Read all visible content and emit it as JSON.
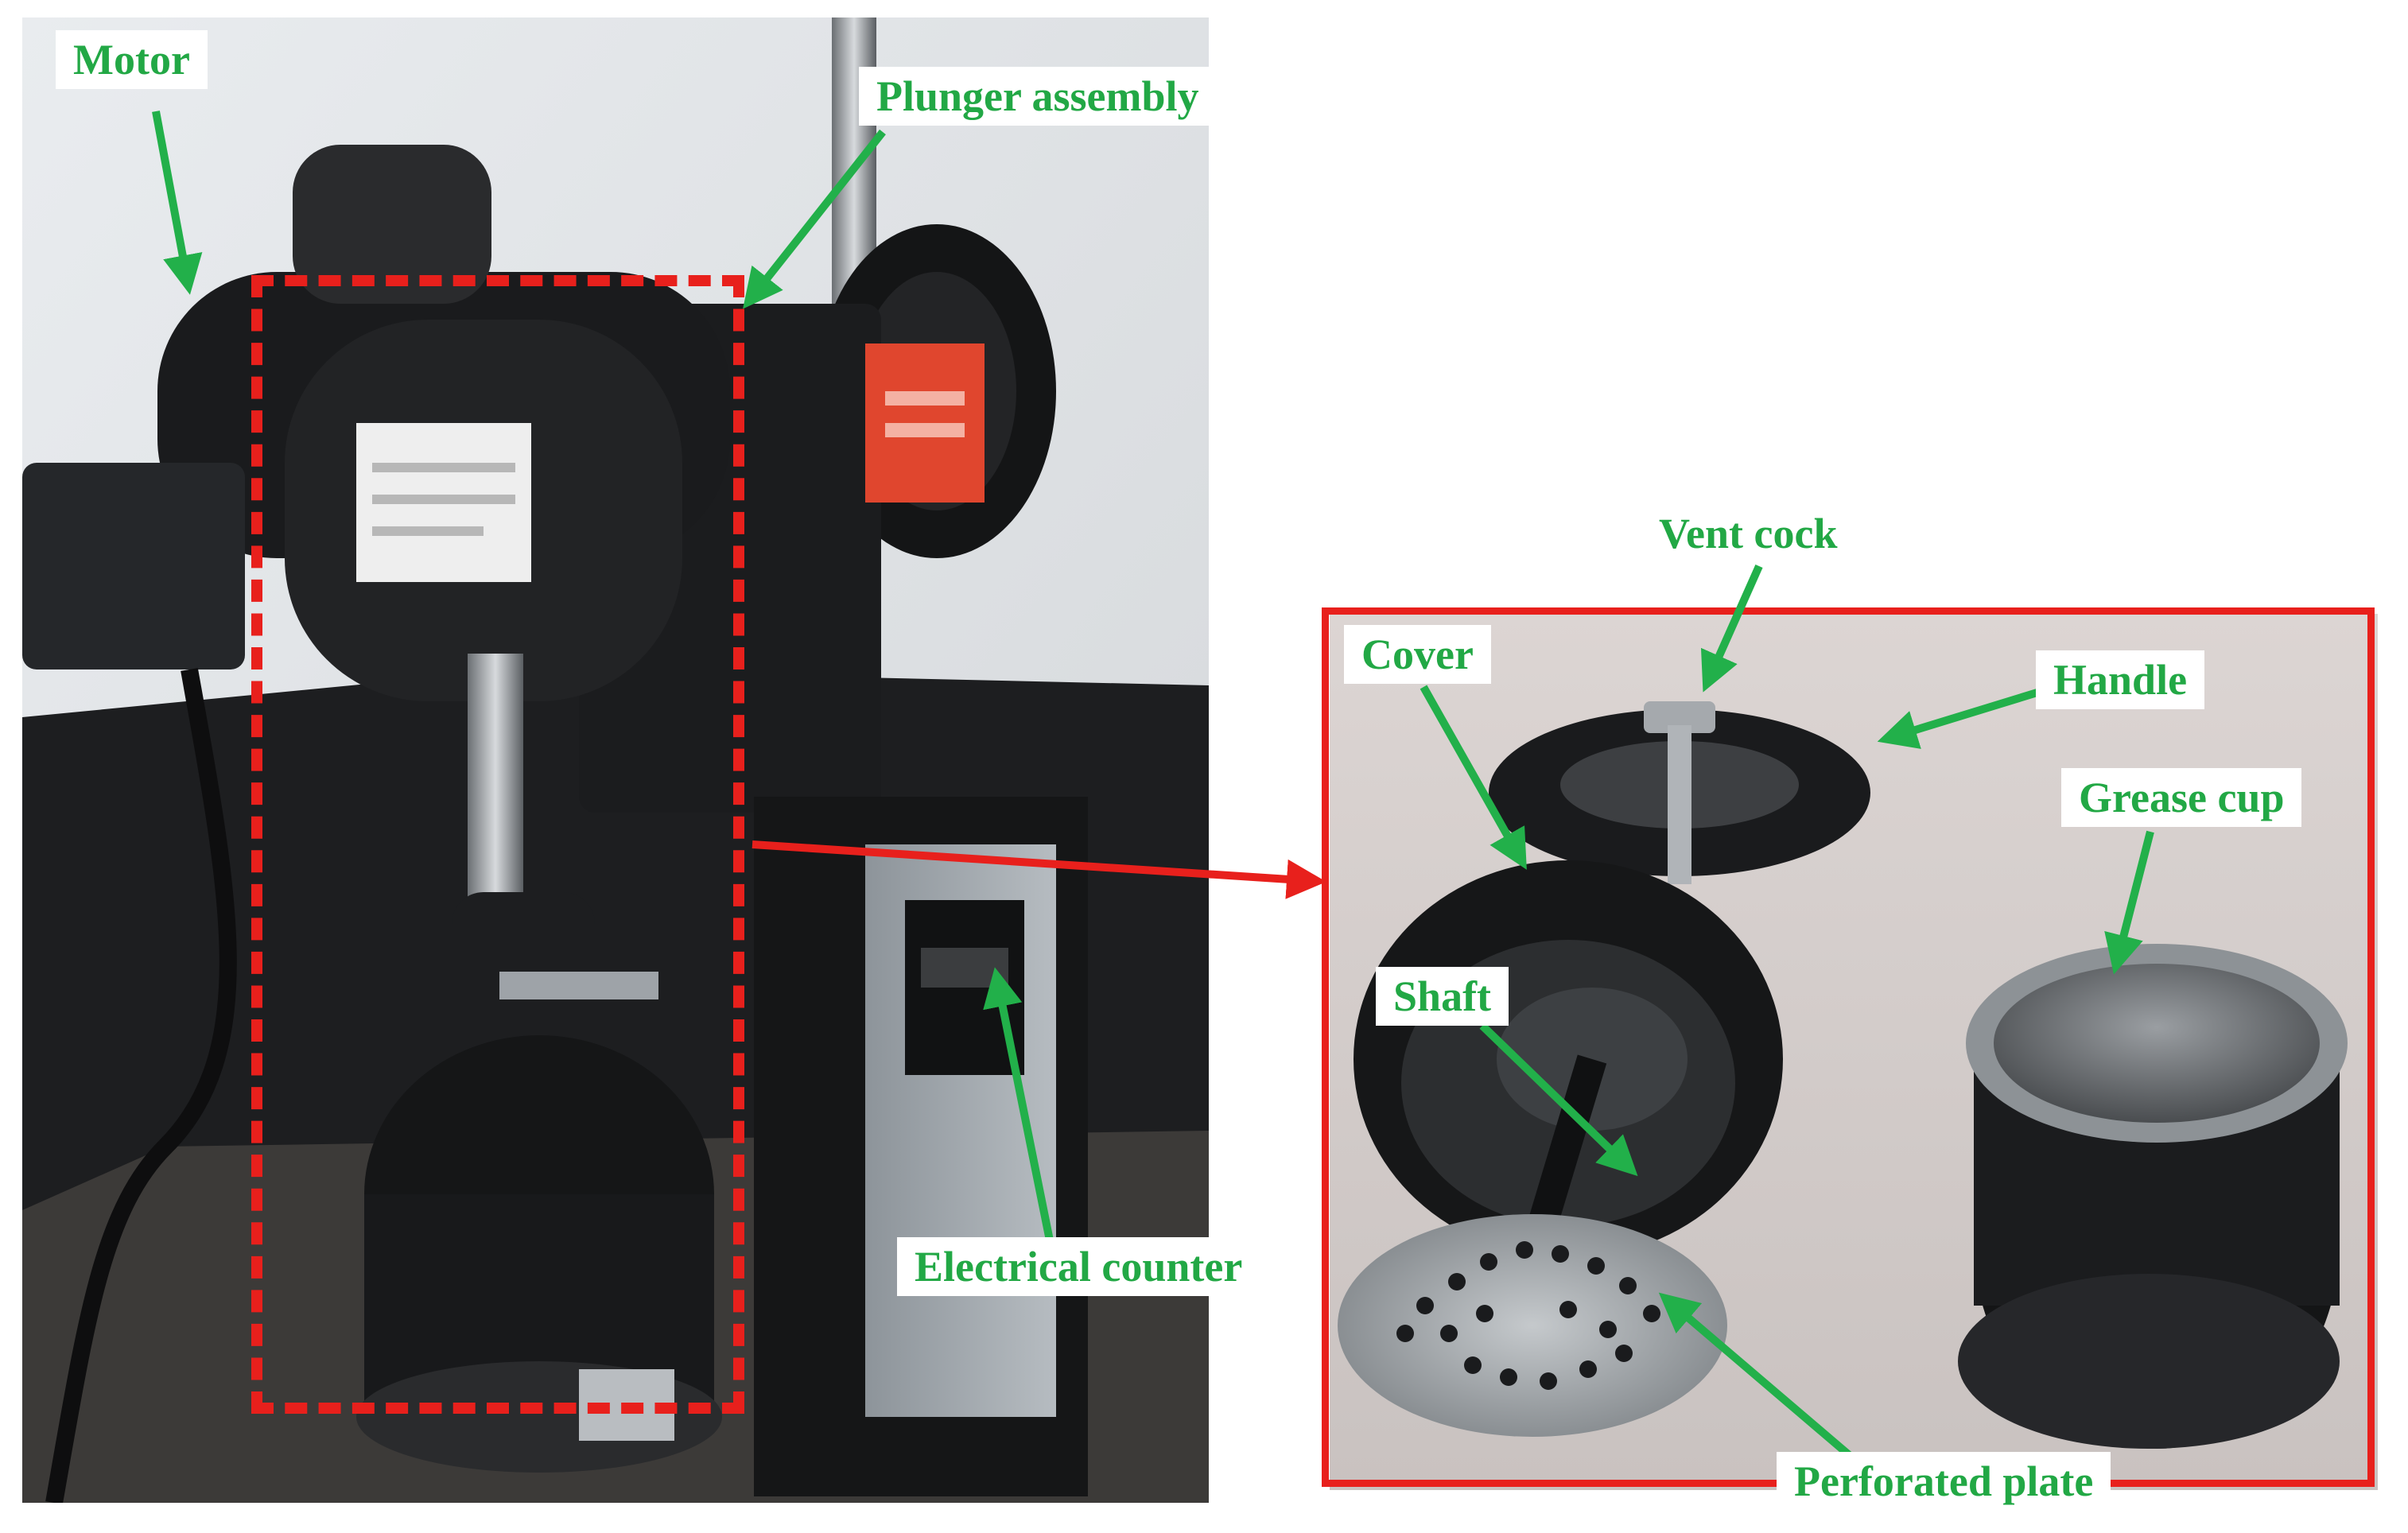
{
  "labels": {
    "motor": "Motor",
    "plunger_assembly": "Plunger assembly",
    "electrical_counter": "Electrical counter",
    "vent_cock": "Vent cock",
    "cover": "Cover",
    "handle": "Handle",
    "grease_cup": "Grease cup",
    "shaft": "Shaft",
    "perforated_plate": "Perforated plate"
  },
  "colors": {
    "label_text": "#22a845",
    "arrow_green": "#22b04a",
    "highlight_red": "#e8201c"
  }
}
